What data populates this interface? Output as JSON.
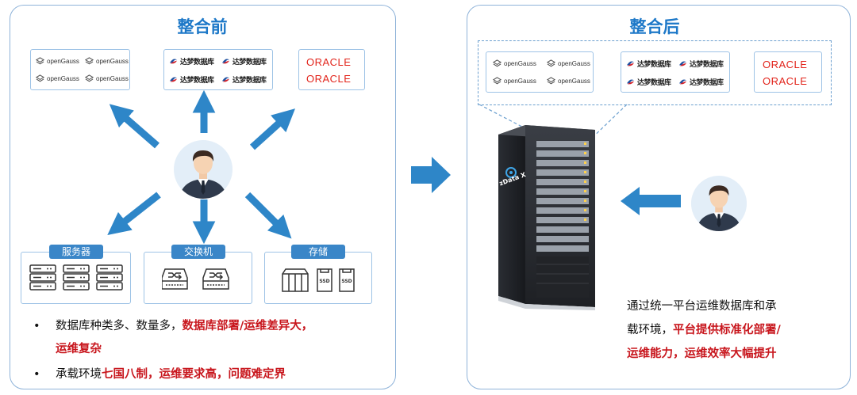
{
  "before": {
    "title": "整合前",
    "opengauss_label": "openGauss",
    "dameng_label": "达梦数据库",
    "oracle_label": "ORACLE",
    "tags": {
      "server": "服务器",
      "switch": "交换机",
      "storage": "存储"
    },
    "ssd_label": "SSD",
    "bullets": [
      {
        "text": "数据库种类多、数量多，",
        "highlight": "数据库部署/运维差异大，",
        "highlight2": "运维复杂"
      },
      {
        "text": "承载环境",
        "highlight": "七国八制，运维要求高，问题难定界"
      }
    ]
  },
  "after": {
    "title": "整合后",
    "opengauss_label": "openGauss",
    "dameng_label": "达梦数据库",
    "oracle_label": "ORACLE",
    "rack_brand": "zData X",
    "desc_line1": "通过统一平台运维数据库和承",
    "desc_line2_plain": "载环境，",
    "desc_line2_red": "平台提供标准化部署/",
    "desc_line3_red": "运维能力，运维效率大幅提升"
  },
  "colors": {
    "accent": "#1d78c8",
    "arrow": "#2e86c8",
    "red": "#c8161d",
    "border": "#8fb3d9"
  }
}
